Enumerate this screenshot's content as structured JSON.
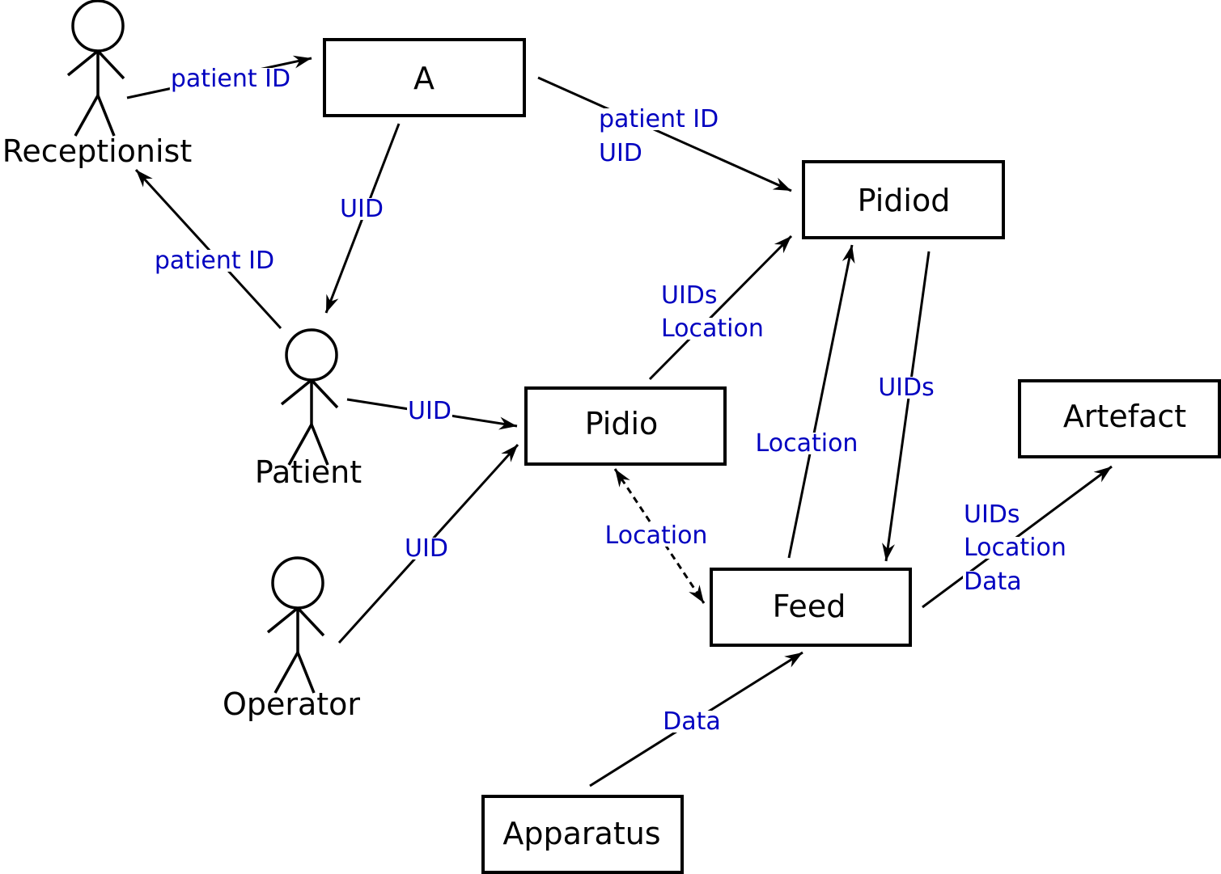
{
  "diagram": {
    "colors": {
      "line": "#000000",
      "edge_label": "#0000c0",
      "node_text": "#000000",
      "background": "#ffffff"
    },
    "actors": [
      {
        "id": "receptionist",
        "label": "Receptionist"
      },
      {
        "id": "patient",
        "label": "Patient"
      },
      {
        "id": "operator",
        "label": "Operator"
      }
    ],
    "nodes": [
      {
        "id": "a",
        "label": "A"
      },
      {
        "id": "pidiod",
        "label": "Pidiod"
      },
      {
        "id": "pidio",
        "label": "Pidio"
      },
      {
        "id": "feed",
        "label": "Feed"
      },
      {
        "id": "artefact",
        "label": "Artefact"
      },
      {
        "id": "apparatus",
        "label": "Apparatus"
      }
    ],
    "edges": [
      {
        "from": "receptionist",
        "to": "a",
        "style": "solid",
        "direction": "forward",
        "labels": [
          "patient ID"
        ]
      },
      {
        "from": "a",
        "to": "pidiod",
        "style": "solid",
        "direction": "forward",
        "labels": [
          "patient ID",
          "UID"
        ]
      },
      {
        "from": "a",
        "to": "patient",
        "style": "solid",
        "direction": "forward",
        "labels": [
          "UID"
        ]
      },
      {
        "from": "patient",
        "to": "receptionist",
        "style": "solid",
        "direction": "forward",
        "labels": [
          "patient ID"
        ]
      },
      {
        "from": "patient",
        "to": "pidio",
        "style": "solid",
        "direction": "forward",
        "labels": [
          "UID"
        ]
      },
      {
        "from": "operator",
        "to": "pidio",
        "style": "solid",
        "direction": "forward",
        "labels": [
          "UID"
        ]
      },
      {
        "from": "pidio",
        "to": "pidiod",
        "style": "solid",
        "direction": "forward",
        "labels": [
          "UIDs",
          "Location"
        ]
      },
      {
        "from": "pidio",
        "to": "feed",
        "style": "dashed",
        "direction": "both",
        "labels": [
          "Location"
        ]
      },
      {
        "from": "feed",
        "to": "pidiod",
        "style": "solid",
        "direction": "forward",
        "labels": [
          "Location"
        ]
      },
      {
        "from": "pidiod",
        "to": "feed",
        "style": "solid",
        "direction": "forward",
        "labels": [
          "UIDs"
        ]
      },
      {
        "from": "feed",
        "to": "artefact",
        "style": "solid",
        "direction": "forward",
        "labels": [
          "UIDs",
          "Location",
          "Data"
        ]
      },
      {
        "from": "apparatus",
        "to": "feed",
        "style": "solid",
        "direction": "forward",
        "labels": [
          "Data"
        ]
      }
    ]
  }
}
